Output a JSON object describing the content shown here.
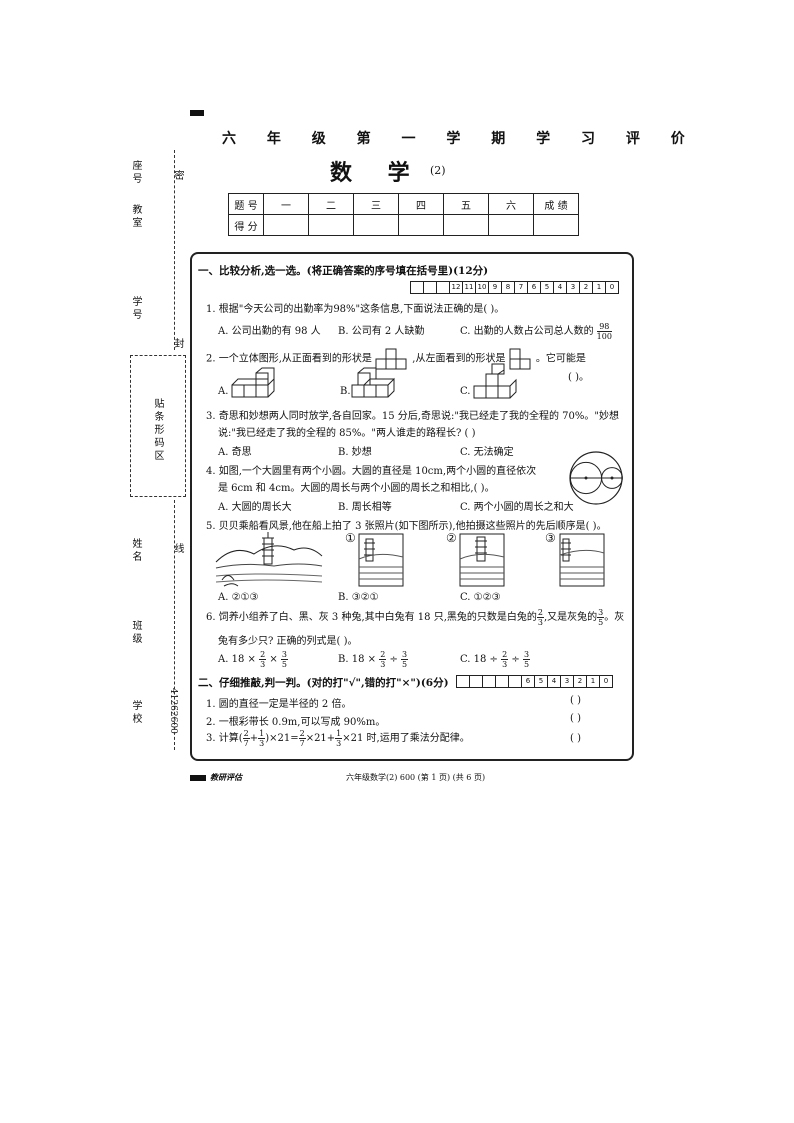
{
  "header": {
    "title": "六 年 级 第 一 学 期 学 习 评 价",
    "subject": "数 学",
    "subject_no": "(2)"
  },
  "score_table": {
    "row1": [
      "题 号",
      "一",
      "二",
      "三",
      "四",
      "五",
      "六",
      "成 绩"
    ],
    "row2": [
      "得 分",
      "",
      "",
      "",
      "",
      "",
      "",
      ""
    ]
  },
  "side": {
    "seat": "座号",
    "room": "教室",
    "student_id": "学号",
    "barcode": "贴条形码区",
    "name": "姓名",
    "cls": "班级",
    "school": "学校",
    "code": "41262600",
    "mi": "密",
    "feng": "封",
    "xian": "线"
  },
  "section1": {
    "title": "一、比较分析,选一选。(将正确答案的序号填在括号里)(12分)",
    "boxes": [
      "",
      "",
      "",
      "12",
      "11",
      "10",
      "9",
      "8",
      "7",
      "6",
      "5",
      "4",
      "3",
      "2",
      "1",
      "0"
    ],
    "q1": {
      "stem": "1. 根据\"今天公司的出勤率为98%\"这条信息,下面说法正确的是(          )。",
      "a": "A. 公司出勤的有 98 人",
      "b": "B. 公司有 2 人缺勤",
      "c": "C. 出勤的人数占公司总人数的",
      "c_num": "98",
      "c_den": "100"
    },
    "q2": {
      "stem_a": "2. 一个立体图形,从正面看到的形状是",
      "stem_b": ",从左面看到的形状是",
      "stem_c": "。它可能是",
      "blank": "(          )。",
      "a": "A.",
      "b": "B.",
      "c": "C."
    },
    "q3": {
      "l1": "3. 奇思和妙想两人同时放学,各自回家。15 分后,奇思说:\"我已经走了我的全程的 70%。\"妙想",
      "l2": "说:\"我已经走了我的全程的 85%。\"两人谁走的路程长? (          )",
      "a": "A. 奇思",
      "b": "B. 妙想",
      "c": "C. 无法确定"
    },
    "q4": {
      "l1": "4. 如图,一个大圆里有两个小圆。大圆的直径是 10cm,两个小圆的直径依次",
      "l2": "是 6cm 和 4cm。大圆的周长与两个小圆的周长之和相比,(          )。",
      "a": "A. 大圆的周长大",
      "b": "B. 周长相等",
      "c": "C. 两个小圆的周长之和大"
    },
    "q5": {
      "stem": "5. 贝贝乘船看风景,他在船上拍了 3 张照片(如下图所示),他拍摄这些照片的先后顺序是(          )。",
      "p1": "①",
      "p2": "②",
      "p3": "③",
      "a": "A. ②①③",
      "b": "B. ③②①",
      "c": "C. ①②③"
    },
    "q6": {
      "l1a": "6. 饲养小组养了白、黑、灰 3 种兔,其中白兔有 18 只,黑兔的只数是白兔的",
      "l1b": ",又是灰兔的",
      "l1c": "。灰",
      "l2": "兔有多少只? 正确的列式是(          )。",
      "a": "A. 18 ×",
      "b": "B. 18 ×",
      "c": "C. 18 ÷",
      "times": "×",
      "div": "÷"
    }
  },
  "section2": {
    "title": "二、仔细推敲,判一判。(对的打\"√\",错的打\"×\")(6分)",
    "boxes": [
      "",
      "",
      "",
      "",
      "",
      "6",
      "5",
      "4",
      "3",
      "2",
      "1",
      "0"
    ],
    "q1": "1. 圆的直径一定是半径的 2 倍。",
    "q2": "2. 一根彩带长 0.9m,可以写成 90%m。",
    "q3a": "3. 计算(",
    "q3b": ")×21=",
    "q3c": "×21+",
    "q3d": "×21 时,运用了乘法分配律。",
    "blank": "(          )"
  },
  "fracs": {
    "two": "2",
    "three": "3",
    "five": "5",
    "seven": "7",
    "one": "1"
  },
  "footer": {
    "brand": "教研评估",
    "page": "六年级数学(2) 600 (第 1 页) (共 6 页)"
  }
}
